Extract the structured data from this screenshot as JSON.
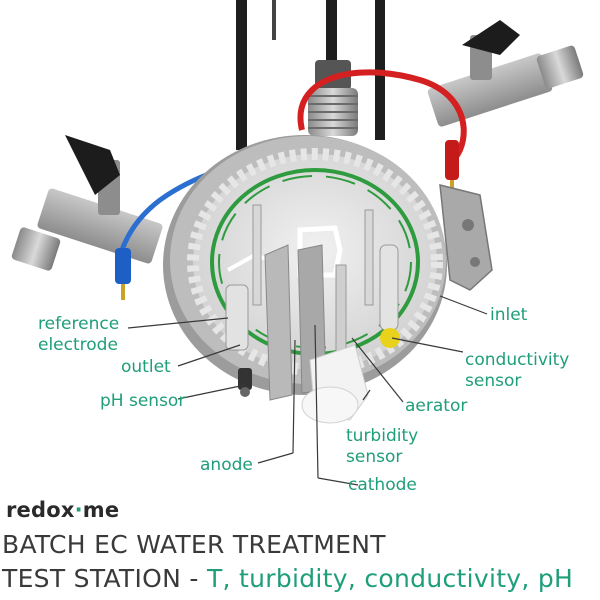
{
  "labels": {
    "reference_1": "reference",
    "reference_2": "electrode",
    "outlet": "outlet",
    "ph_sensor": "pH sensor",
    "anode": "anode",
    "inlet": "inlet",
    "conductivity_1": "conductivity",
    "conductivity_2": "sensor",
    "aerator": "aerator",
    "turbidity_1": "turbidity",
    "turbidity_2": "sensor",
    "cathode": "cathode"
  },
  "brand": {
    "part1": "redox",
    "dot": "·",
    "part2": "me"
  },
  "title": {
    "line1": "BATCH EC WATER TREATMENT",
    "line2_prefix": "TEST STATION - ",
    "line2_accent": "T, turbidity, conductivity, pH"
  },
  "colors": {
    "label": "#1f9e7a",
    "brand_dot": "#1f9e7a",
    "title": "#3a3a3a",
    "red_cable": "#d42020",
    "blue_cable": "#2b6fd0",
    "green_ring": "#2e9b3e"
  }
}
